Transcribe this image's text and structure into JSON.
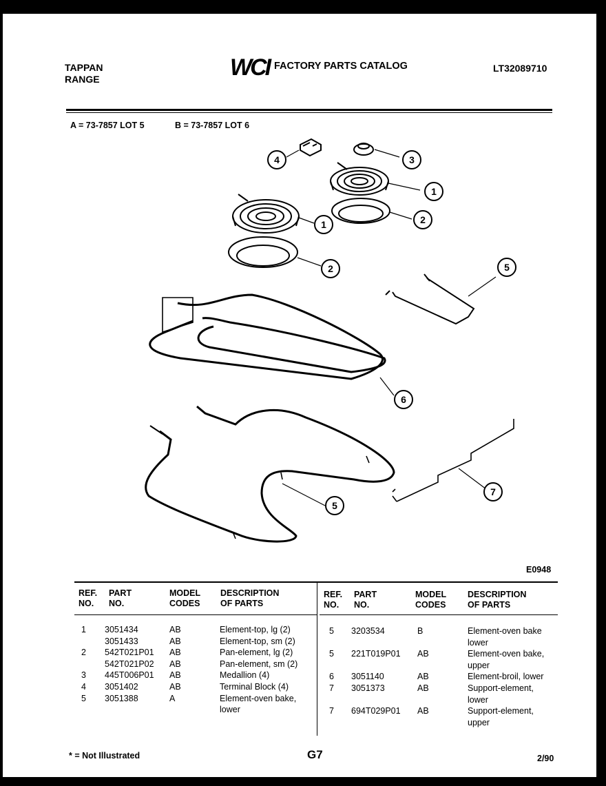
{
  "header": {
    "brand_line1": "TAPPAN",
    "brand_line2": "RANGE",
    "logo_text": "WCI",
    "catalog_title": "FACTORY PARTS CATALOG",
    "catalog_number": "LT32089710"
  },
  "models": {
    "a": "A = 73-7857 LOT 5",
    "b": "B = 73-7857 LOT 6"
  },
  "diagram": {
    "code": "E0948",
    "callouts": [
      "4",
      "3",
      "1",
      "1",
      "2",
      "2",
      "5",
      "6",
      "5",
      "7"
    ]
  },
  "table": {
    "headers": {
      "ref": [
        "REF.",
        "NO."
      ],
      "part": [
        "PART",
        "NO."
      ],
      "model": [
        "MODEL",
        "CODES"
      ],
      "desc": [
        "DESCRIPTION",
        "OF PARTS"
      ]
    },
    "left_rows": [
      {
        "ref": "1",
        "part": "3051434",
        "model": "AB",
        "desc": "Element-top, lg (2)"
      },
      {
        "ref": "",
        "part": "3051433",
        "model": "AB",
        "desc": "Element-top, sm (2)"
      },
      {
        "ref": "2",
        "part": "542T021P01",
        "model": "AB",
        "desc": "Pan-element, lg (2)"
      },
      {
        "ref": "",
        "part": "542T021P02",
        "model": "AB",
        "desc": "Pan-element, sm (2)"
      },
      {
        "ref": "3",
        "part": "445T006P01",
        "model": "AB",
        "desc": "Medallion (4)"
      },
      {
        "ref": "4",
        "part": "3051402",
        "model": "AB",
        "desc": "Terminal Block (4)"
      },
      {
        "ref": "5",
        "part": "3051388",
        "model": "A",
        "desc": "Element-oven bake,"
      },
      {
        "ref": "",
        "part": "",
        "model": "",
        "desc": "lower"
      }
    ],
    "right_rows": [
      {
        "ref": "5",
        "part": "3203534",
        "model": "B",
        "desc": "Element-oven bake"
      },
      {
        "ref": "",
        "part": "",
        "model": "",
        "desc": "lower"
      },
      {
        "ref": "5",
        "part": "221T019P01",
        "model": "AB",
        "desc": "Element-oven bake,"
      },
      {
        "ref": "",
        "part": "",
        "model": "",
        "desc": "upper"
      },
      {
        "ref": "6",
        "part": "3051140",
        "model": "AB",
        "desc": "Element-broil, lower"
      },
      {
        "ref": "7",
        "part": "3051373",
        "model": "AB",
        "desc": "Support-element,"
      },
      {
        "ref": "",
        "part": "",
        "model": "",
        "desc": "lower"
      },
      {
        "ref": "7",
        "part": "694T029P01",
        "model": "AB",
        "desc": "Support-element,"
      },
      {
        "ref": "",
        "part": "",
        "model": "",
        "desc": "upper"
      }
    ]
  },
  "footer": {
    "note": "* = Not Illustrated",
    "page": "G7",
    "date": "2/90"
  }
}
